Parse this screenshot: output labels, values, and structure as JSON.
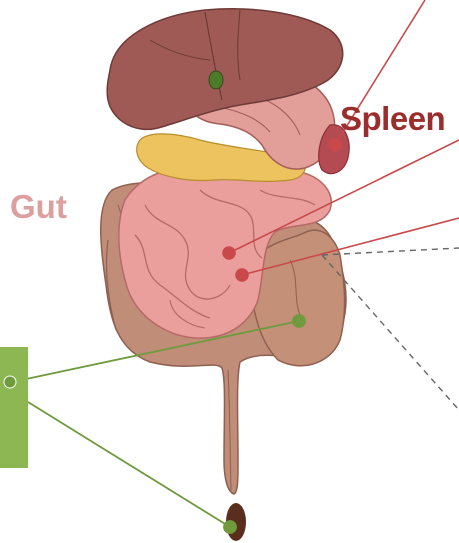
{
  "labels": {
    "spleen": "Spleen",
    "gut": "Gut"
  },
  "colors": {
    "liver": "#9f5a55",
    "stomach": "#e29e98",
    "pancreas": "#ecc35e",
    "spleen": "#b44b52",
    "small_intestine": "#ea9f9c",
    "large_intestine": "#c08d79",
    "red_pointer": "#c9494b",
    "green_pointer": "#6f9a3d",
    "green_box": "#8db752",
    "feces": "#5a2e1d",
    "dashed_line": "#666666",
    "spleen_label": "#9b2d2d",
    "gut_label": "#dd9e9e"
  },
  "icons": {
    "anatomy": "digestive-system-illustration"
  }
}
